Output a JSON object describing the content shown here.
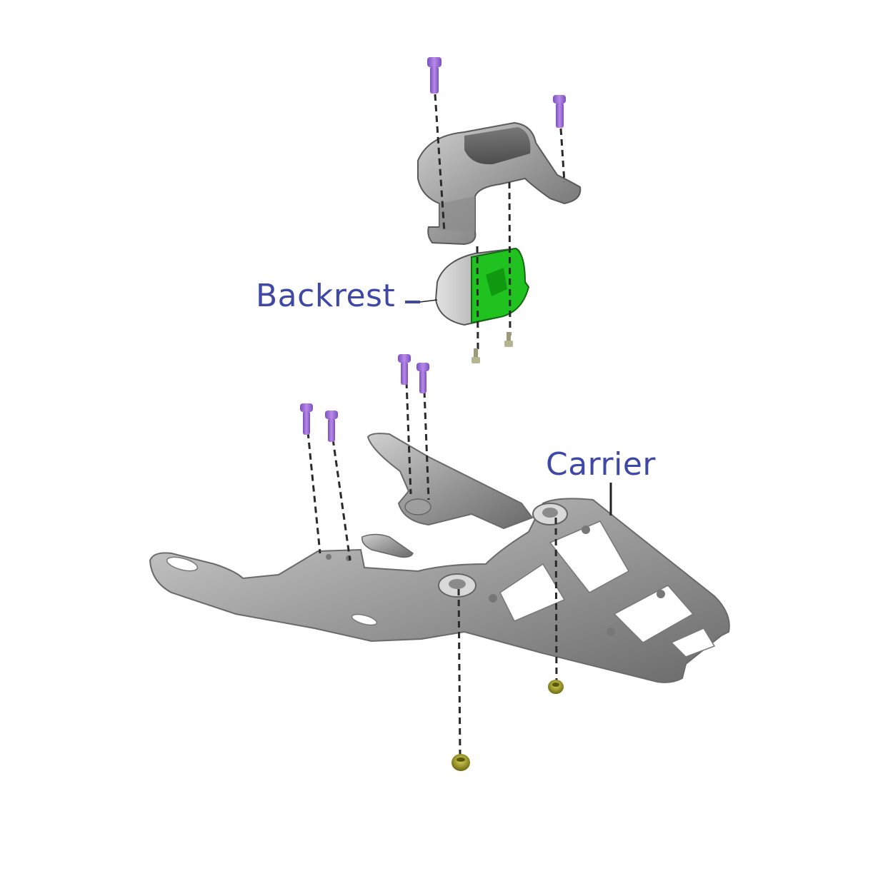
{
  "diagram": {
    "type": "exploded-parts-diagram",
    "colors": {
      "label_text": "#3f48a6",
      "leader_line": "#222222",
      "part_metal": "#9a9a9a",
      "part_metal_dark": "#5e5e5e",
      "pad_accent": "#1fc21f",
      "bolt": "#9a62d6",
      "small_bolt": "#a8a88a",
      "nut": "#b7b21f",
      "dash_line": "#2a2a2a"
    },
    "labels": [
      {
        "id": "backrest",
        "text": "Backrest"
      },
      {
        "id": "carrier",
        "text": "Carrier"
      }
    ],
    "parts": [
      {
        "id": "backrest-bracket",
        "name": "Backrest bracket"
      },
      {
        "id": "backrest-pad",
        "name": "Backrest pad (green highlighted face)"
      },
      {
        "id": "carrier-frame",
        "name": "Carrier frame"
      },
      {
        "id": "cover-plate",
        "name": "Small plate"
      }
    ],
    "fasteners": {
      "purple_bolts": 6,
      "small_bolts": 2,
      "nuts": 2
    }
  }
}
